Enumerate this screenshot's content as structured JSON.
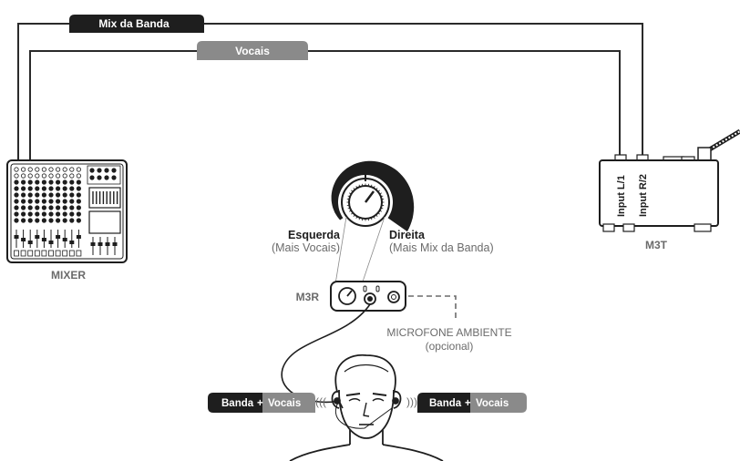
{
  "cables": {
    "band_mix": "Mix da Banda",
    "vocals": "Vocais"
  },
  "mixer": {
    "label": "MIXER"
  },
  "transmitter": {
    "label": "M3T",
    "input_left": "Input L/1",
    "input_right": "Input R/2"
  },
  "receiver": {
    "label": "M3R"
  },
  "knob": {
    "left_title": "Esquerda",
    "left_sub": "(Mais Vocais)",
    "right_title": "Direita",
    "right_sub": "(Mais Mix da Banda)"
  },
  "ambient_mic": {
    "line1": "MICROFONE AMBIENTE",
    "line2": "(opcional)"
  },
  "earphones": {
    "left": {
      "band": "Banda",
      "plus": "+",
      "vocals": "Vocais"
    },
    "right": {
      "band": "Banda",
      "plus": "+",
      "vocals": "Vocais"
    },
    "wave_left": "(((",
    "wave_right": ")))"
  },
  "colors": {
    "band_dark": "#1e1e1e",
    "vocals_gray": "#8a8a8a",
    "line": "#2a2a2a",
    "text_gray": "#6b6b6b"
  }
}
